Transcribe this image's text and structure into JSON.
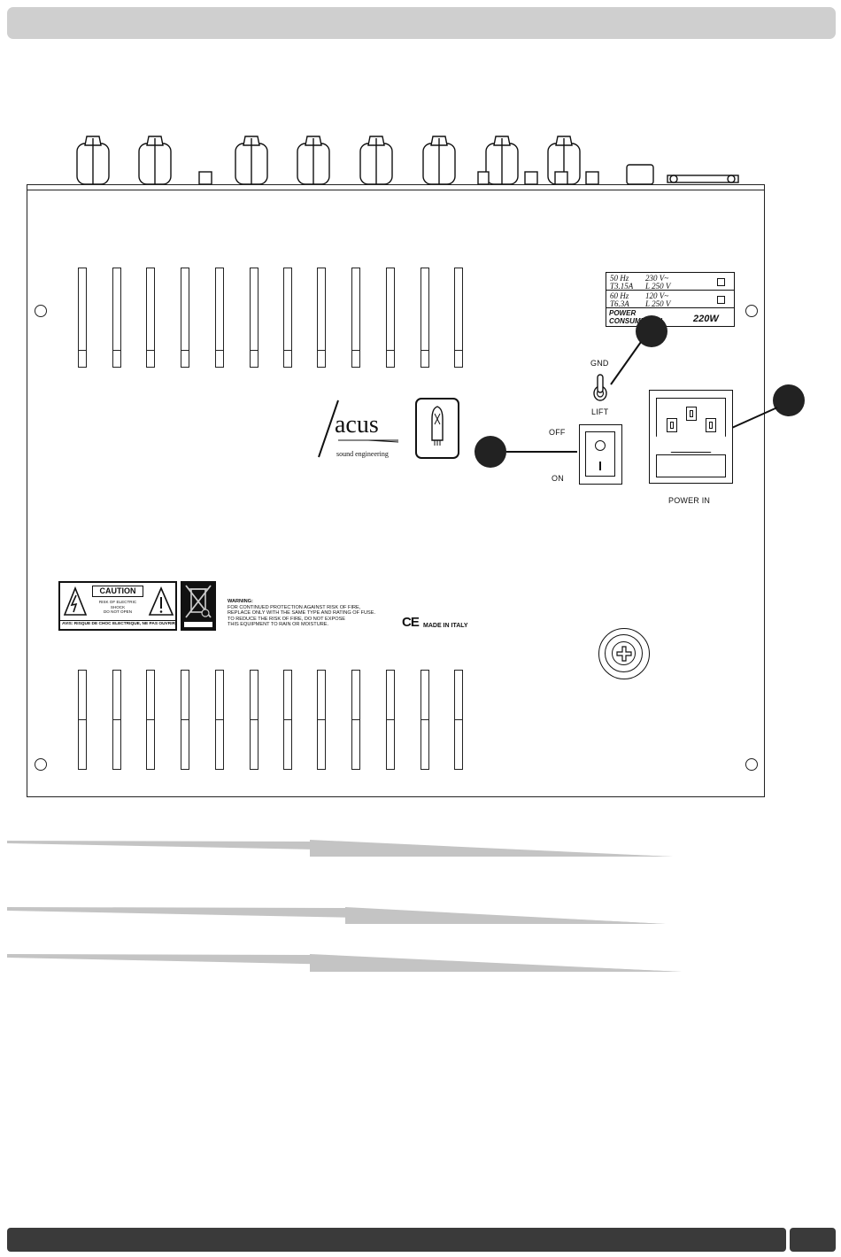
{
  "labels": {
    "gnd": "GND",
    "lift": "LIFT",
    "off": "OFF",
    "on": "ON",
    "power_in": "POWER IN"
  },
  "rating_plate": {
    "row1_left": "50 Hz",
    "row1_left_sub": "T3.15A",
    "row1_right": "230 V~",
    "row1_right_sub": "L 250 V",
    "row2_left": "60 Hz",
    "row2_left_sub": "T6.3A",
    "row2_right": "120 V~",
    "row2_right_sub": "L 250 V",
    "power_label_1": "POWER",
    "power_label_2": "CONSUMPTION",
    "power_value": "220W"
  },
  "brand": {
    "name": "acus",
    "tagline": "sound engineering"
  },
  "caution_label": {
    "title": "CAUTION",
    "line1": "RISK OF ELECTRIC SHOCK",
    "line2": "DO NOT OPEN",
    "french": "AVIS: RISQUE DE CHOC ELECTRIQUE, NE PAS OUVRIR"
  },
  "warning": {
    "title": "WARNING:",
    "line1": "FOR CONTINUED PROTECTION AGAINST RISK OF FIRE,",
    "line2": "REPLACE ONLY WITH THE SAME TYPE AND RATING OF FUSE.",
    "line3": "TO REDUCE THE RISK OF FIRE, DO NOT EXPOSE",
    "line4": "THIS EQUIPMENT TO RAIN OR MOISTURE."
  },
  "ce_mark": "CE",
  "made_in": "MADE IN ITALY",
  "colors": {
    "ink": "#111111",
    "bar_light": "#cfcfcf",
    "bar_dark": "#3a3a3a",
    "stripe": "#c4c4c4"
  }
}
